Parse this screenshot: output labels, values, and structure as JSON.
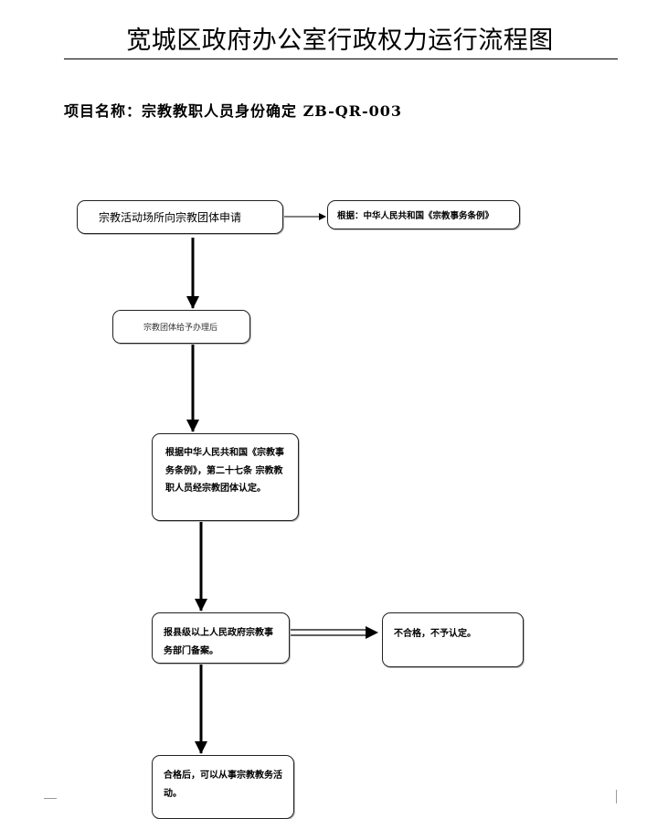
{
  "header": {
    "title": "宽城区政府办公室行政权力运行流程图",
    "project": "项目名称：宗教教职人员身份确定 ZB-QR-003"
  },
  "flow": {
    "step1": "宗教活动场所向宗教团体申请",
    "basis": "根据：中华人民共和国《宗教事务条例》",
    "step2": "宗教团体给予办理后",
    "step3": "根据中华人民共和国《宗教事务条例》，第二十七条 宗教教职人员经宗教团体认定。",
    "step4": "报县级以上人民政府宗教事务部门备案。",
    "reject": "不合格，不予认定。",
    "step5": "合格后，可以从事宗教教务活动。"
  }
}
